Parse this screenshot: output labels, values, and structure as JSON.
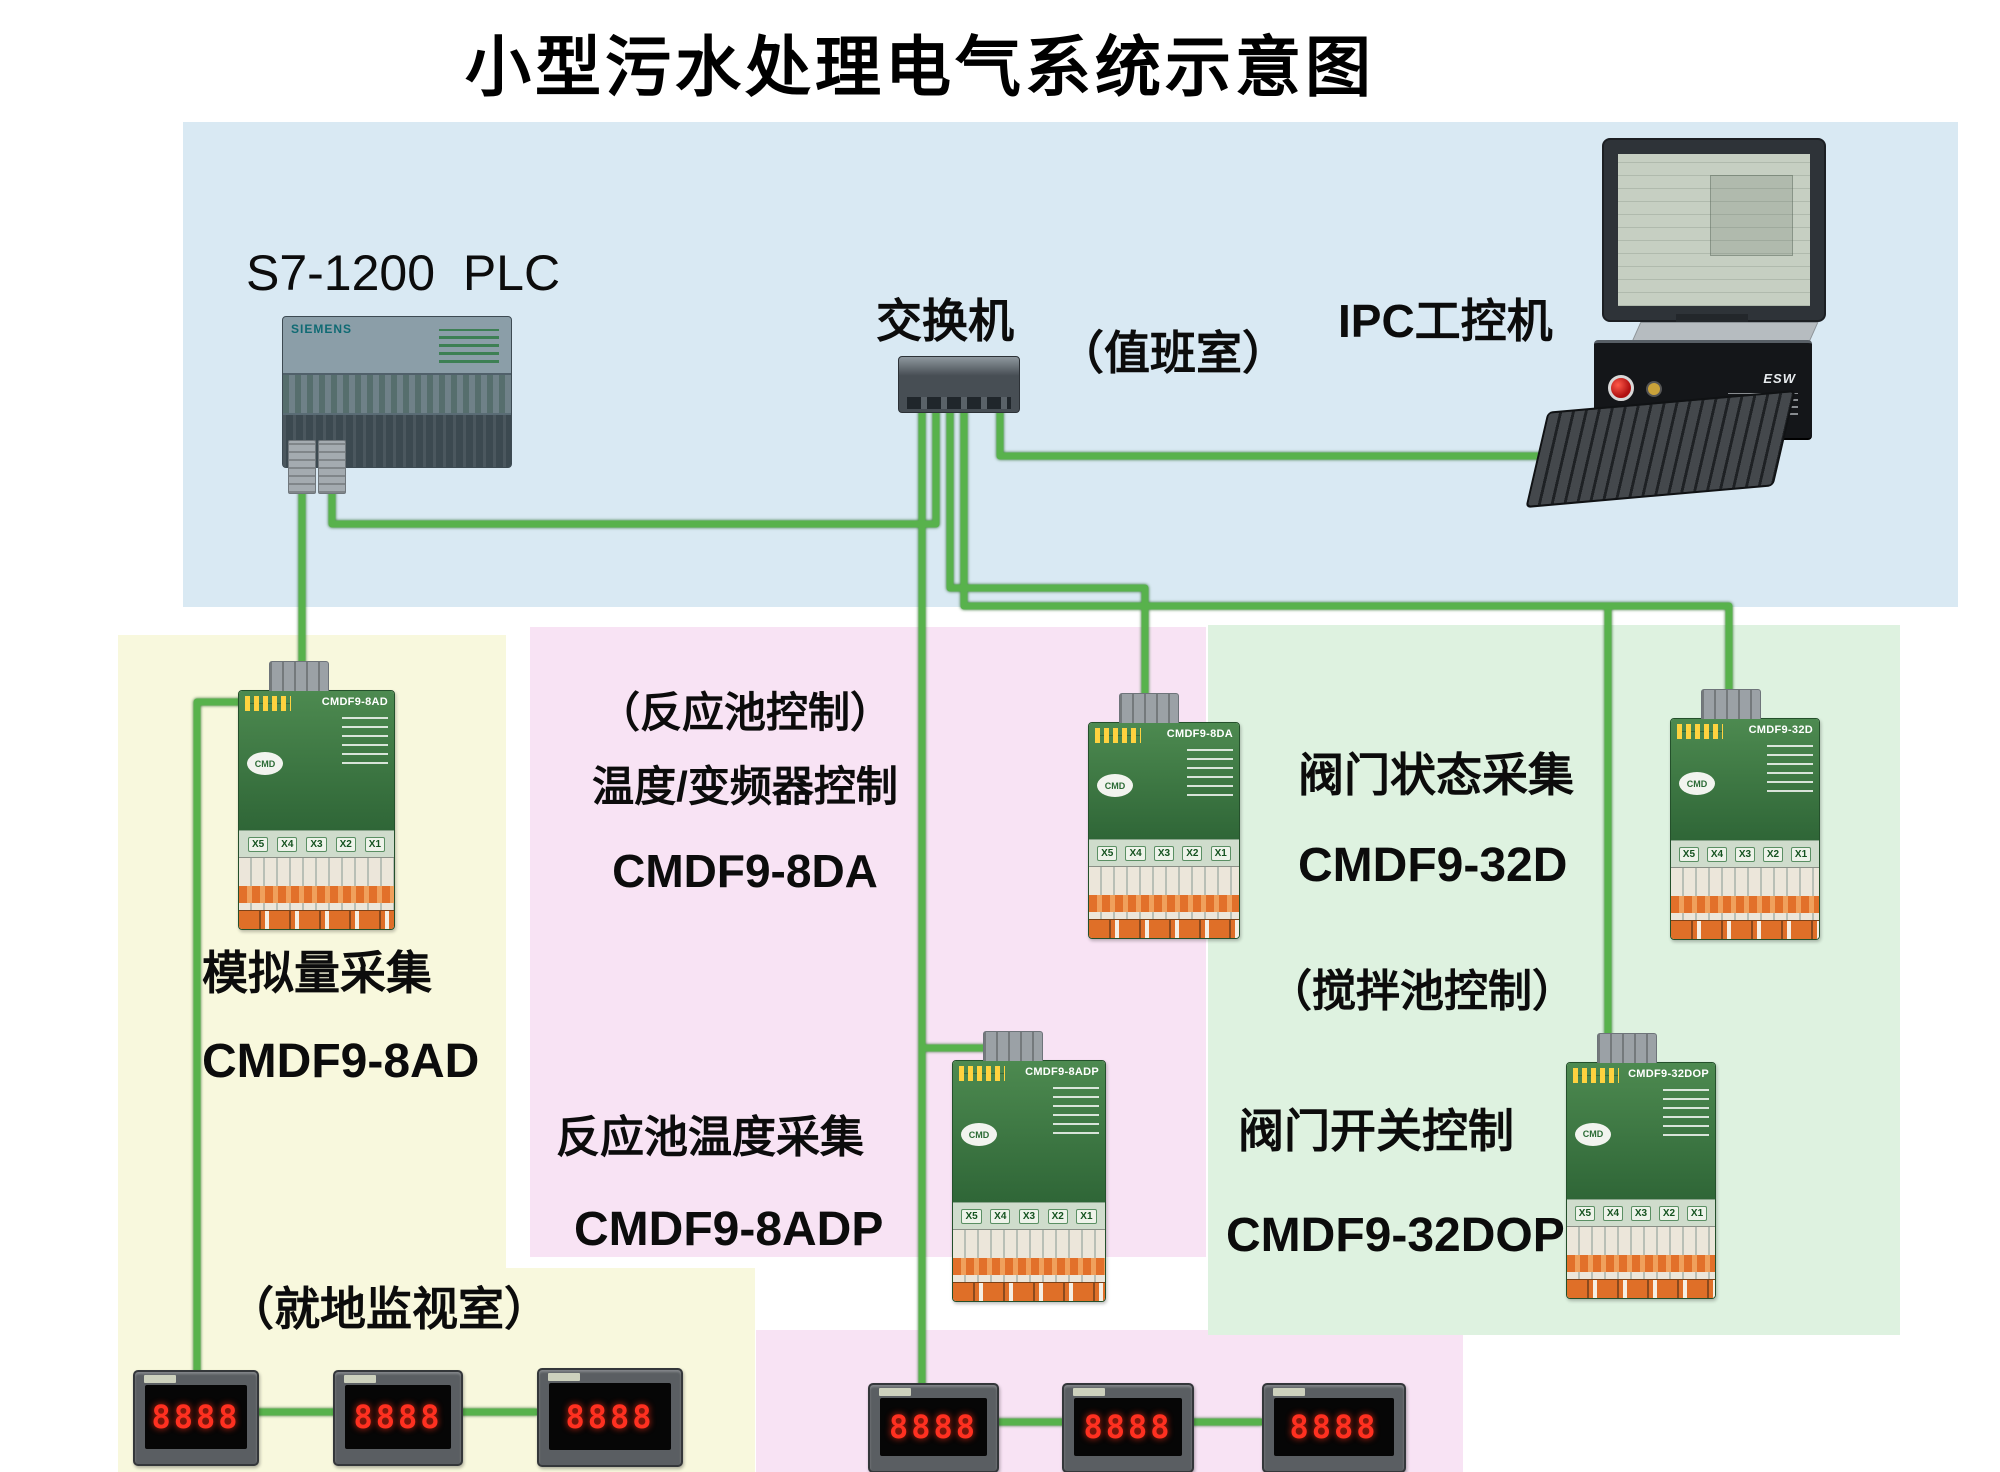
{
  "title": "小型污水处理电气系统示意图",
  "control_room": {
    "plc_label": "S7-1200  PLC",
    "plc_brand": "SIEMENS",
    "switch_label": "交换机",
    "room_label": "（值班室）",
    "ipc_label": "IPC工控机",
    "ipc_box_text": "ESW"
  },
  "zones": {
    "analog": {
      "func_label": "模拟量采集",
      "model_label": "CMDF9-8AD",
      "room_label": "（就地监视室）"
    },
    "reaction": {
      "room_label": "（反应池控制）",
      "func_label": "温度/变频器控制",
      "model_label": "CMDF9-8DA",
      "func2_label": "反应池温度采集",
      "model2_label": "CMDF9-8ADP"
    },
    "valve": {
      "func_label": "阀门状态采集",
      "model_label": "CMDF9-32D",
      "room_label": "（搅拌池控制）",
      "func2_label": "阀门开关控制",
      "model2_label": "CMDF9-32DOP"
    }
  },
  "modules": {
    "logo_text": "CMD",
    "x_labels": [
      "X5",
      "X4",
      "X3",
      "X2",
      "X1"
    ],
    "m8ad": {
      "face_label": "CMDF9-8AD"
    },
    "m8da": {
      "face_label": "CMDF9-8DA"
    },
    "m32d": {
      "face_label": "CMDF9-32D"
    },
    "m8adp": {
      "face_label": "CMDF9-8ADP"
    },
    "m32dop": {
      "face_label": "CMDF9-32DOP"
    }
  },
  "meters": {
    "items": [
      {
        "value": "8888"
      },
      {
        "value": "8888"
      },
      {
        "value": "8888"
      },
      {
        "value": "8888"
      },
      {
        "value": "8888"
      },
      {
        "value": "8888"
      }
    ]
  },
  "colors": {
    "cable_green": "#58b24c",
    "module_green": "#36743f",
    "region_blue": "#d9e9f3",
    "region_yellow": "#f8f8dd",
    "region_pink": "#f8e3f4",
    "region_green": "#def2e0",
    "meter_digit_red": "#ff3020"
  }
}
